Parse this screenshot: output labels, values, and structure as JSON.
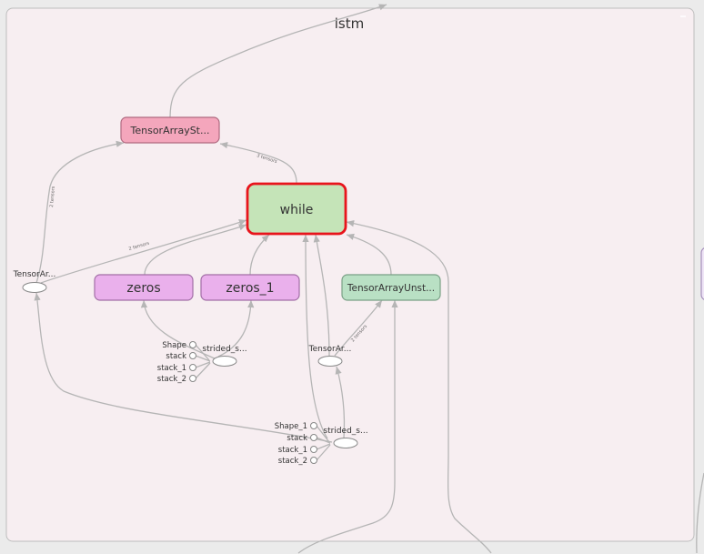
{
  "group": {
    "title": "lstm"
  },
  "nodes": {
    "while": "while",
    "tensor_array_stack": "TensorArraySt...",
    "tensor_array_left": "TensorAr...",
    "zeros": "zeros",
    "zeros_1": "zeros_1",
    "tensor_array_unstack": "TensorArrayUnst...",
    "strided_slice_top": "strided_s...",
    "tensor_array_mid": "TensorAr...",
    "strided_slice_bottom": "strided_s..."
  },
  "const_inputs_top": [
    "Shape",
    "stack",
    "stack_1",
    "stack_2"
  ],
  "const_inputs_bottom": [
    "Shape_1",
    "stack",
    "stack_1",
    "stack_2"
  ],
  "edge_labels": {
    "while_to_stack": "3 tensors",
    "left_to_stack": "2 tensors",
    "left_to_while": "2 tensors",
    "mid_to_unstack": "2 tensors"
  },
  "colors": {
    "group_fill": "#f7eef1",
    "group_border": "#bdbdbd",
    "while_fill": "#c5e4b8",
    "while_highlight": "#e8141c",
    "stack_fill": "#f4a6bc",
    "zeros_fill": "#eab0ec",
    "unstack_fill": "#b9e0c4",
    "edge": "#b5b5b5"
  }
}
